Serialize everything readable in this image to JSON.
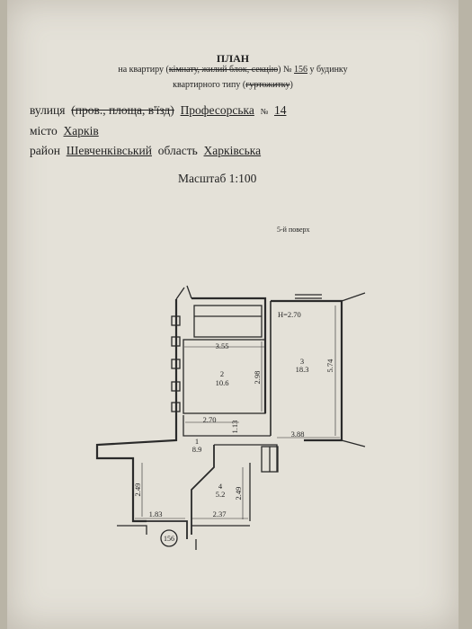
{
  "header": {
    "title": "ПЛАН",
    "line1_prefix": "на квартиру (",
    "line1_struck": "кімнату, жилий блок, секцію",
    "line1_mid": ") № ",
    "apartment_no": "156",
    "line1_suffix": " у будинку",
    "line2_prefix": "квартирного типу (",
    "line2_struck": "гуртожитку",
    "line2_suffix": ")"
  },
  "address": {
    "street_label": "вулиця",
    "street_struck": "(пров., площа, в'їзд)",
    "street_value": "Професорська",
    "number_label": "№",
    "number_value": "14",
    "city_label": "місто",
    "city_value": "Харків",
    "district_label": "район",
    "district_value": "Шевченківський",
    "region_label": "область",
    "region_value": "Харківська"
  },
  "scale": "Масштаб 1:100",
  "floor": "5-й поверх",
  "plan": {
    "height_label": "H=2.70",
    "rooms": [
      {
        "no": "1",
        "area": "8.9"
      },
      {
        "no": "2",
        "area": "10.6"
      },
      {
        "no": "3",
        "area": "18.3"
      },
      {
        "no": "4",
        "area": "5.2"
      }
    ],
    "dims": {
      "d355": "3.55",
      "d298": "2.98",
      "d574": "5.74",
      "d270": "2.70",
      "d113": "1.13",
      "d388": "3.88",
      "d249a": "2.49",
      "d249b": "2.49",
      "d183": "1.83",
      "d237": "2.37"
    },
    "apartment_tag": "156"
  }
}
